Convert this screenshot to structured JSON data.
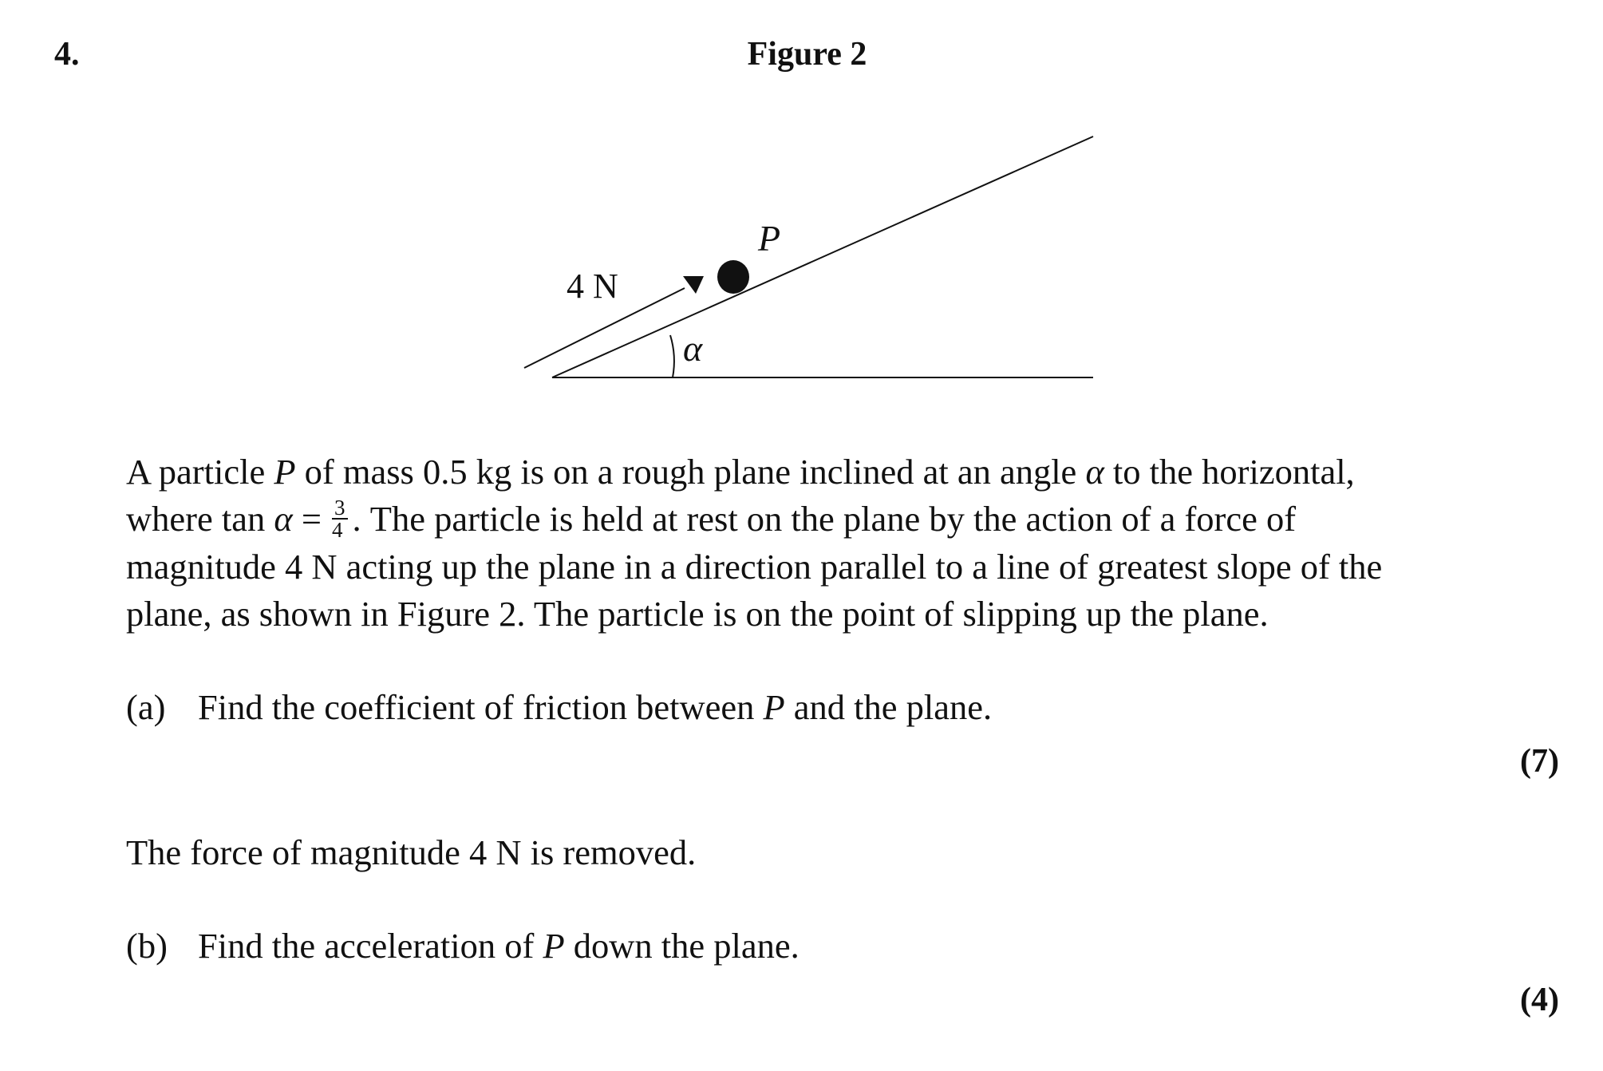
{
  "question": {
    "number": "4.",
    "figure_title": "Figure 2",
    "figure": {
      "force_label": "4 N",
      "particle_label": "P",
      "angle_label": "α"
    },
    "intro": {
      "line1_a": "A particle ",
      "line1_P": "P",
      "line1_b": " of mass 0.5 kg is on a rough plane inclined at an angle ",
      "line1_alpha": "α",
      "line1_c": " to the horizontal,",
      "line2_a": "where tan ",
      "line2_alpha": "α",
      "line2_eq": " = ",
      "frac_num": "3",
      "frac_den": "4",
      "line2_b": ".  The particle is held at rest on the plane by the action of a force of",
      "line3": "magnitude 4 N acting up the plane in a direction parallel to a line of greatest slope of the",
      "line4": "plane, as shown in Figure 2.  The particle is on the point of slipping up the plane."
    },
    "part_a": {
      "label": "(a)",
      "text_a": "Find the coefficient of friction between ",
      "P": "P",
      "text_b": " and the plane.",
      "marks": "(7)"
    },
    "statement": "The force of magnitude 4 N is removed.",
    "part_b": {
      "label": "(b)",
      "text_a": "Find the acceleration of ",
      "P": "P",
      "text_b": " down the plane.",
      "marks": "(4)"
    }
  }
}
